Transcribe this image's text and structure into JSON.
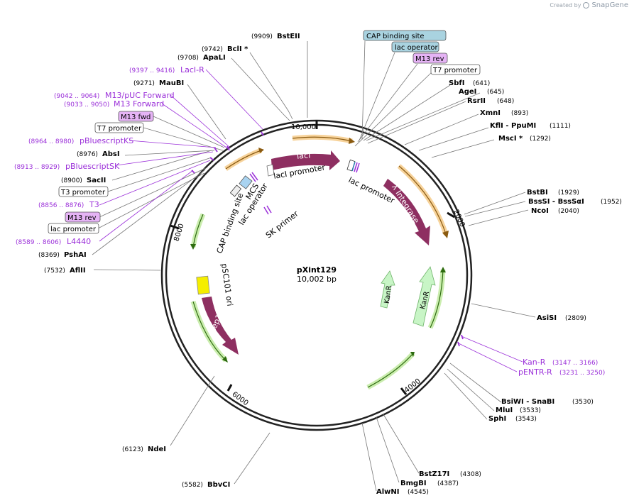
{
  "brand": {
    "created_by": "Created by",
    "name": "SnapGene"
  },
  "plasmid": {
    "name": "pXint129",
    "length": "10,002 bp"
  },
  "ticks": [
    "10,000",
    "2000",
    "4000",
    "6000",
    "8000"
  ],
  "sites_right": [
    {
      "name": "SbfI",
      "pos": "(641)"
    },
    {
      "name": "AgeI",
      "pos": "(645)"
    },
    {
      "name": "RsrII",
      "pos": "(648)"
    },
    {
      "name": "XmnI",
      "pos": "(893)"
    },
    {
      "name": "KflI - PpuMI",
      "pos": "(1111)"
    },
    {
      "name": "MscI *",
      "pos": "(1292)"
    },
    {
      "name": "BstBI",
      "pos": "(1929)"
    },
    {
      "name": "BssSI - BssSαI",
      "pos": "(1952)"
    },
    {
      "name": "NcoI",
      "pos": "(2040)"
    },
    {
      "name": "AsiSI",
      "pos": "(2809)"
    },
    {
      "name": "BsiWI - SnaBI",
      "pos": "(3530)"
    },
    {
      "name": "MluI",
      "pos": "(3533)"
    },
    {
      "name": "SphI",
      "pos": "(3543)"
    },
    {
      "name": "BstZ17I",
      "pos": "(4308)"
    },
    {
      "name": "BmgBI",
      "pos": "(4387)"
    },
    {
      "name": "AlwNI",
      "pos": "(4545)"
    }
  ],
  "sites_left": [
    {
      "name": "BstEII",
      "pos": "(9909)"
    },
    {
      "name": "BclI *",
      "pos": "(9742)"
    },
    {
      "name": "ApaLI",
      "pos": "(9708)"
    },
    {
      "name": "MauBI",
      "pos": "(9271)"
    },
    {
      "name": "AbsI",
      "pos": "(8976)"
    },
    {
      "name": "SacII",
      "pos": "(8900)"
    },
    {
      "name": "PshAI",
      "pos": "(8369)"
    },
    {
      "name": "AflII",
      "pos": "(7532)"
    },
    {
      "name": "NdeI",
      "pos": "(6123)"
    },
    {
      "name": "BbvCI",
      "pos": "(5582)"
    }
  ],
  "primers_left": [
    {
      "name": "LacI-R",
      "pos": "(9397 .. 9416)"
    },
    {
      "name": "M13/pUC Forward",
      "pos": "(9042 .. 9064)"
    },
    {
      "name": "M13 Forward",
      "pos": "(9033 .. 9050)"
    },
    {
      "name": "pBluescriptKS",
      "pos": "(8964 .. 8980)"
    },
    {
      "name": "pBluescriptSK",
      "pos": "(8913 .. 8929)"
    },
    {
      "name": "T3",
      "pos": "(8856 .. 8876)"
    },
    {
      "name": "L4440",
      "pos": "(8589 .. 8606)"
    }
  ],
  "primers_right": [
    {
      "name": "Kan-R",
      "pos": "(3147 .. 3166)"
    },
    {
      "name": "pENTR-R",
      "pos": "(3231 .. 3250)"
    }
  ],
  "boxes": {
    "cap_binding_site": "CAP binding site",
    "lac_operator": "lac operator",
    "m13_rev_top": "M13 rev",
    "t7_promoter_top": "T7 promoter",
    "m13_fwd": "M13 fwd",
    "t7_promoter_left": "T7 promoter",
    "t3_promoter": "T3 promoter",
    "m13_rev_left": "M13 rev",
    "lac_promoter": "lac promoter"
  },
  "features": {
    "laci": "lacI",
    "laci_promoter": "lacI promoter",
    "lac_promoter": "lac promoter",
    "lambda_integrase": "λ Integrase",
    "kanr_1": "KanR",
    "kanr_2": "KanR",
    "rep101": "Rep101",
    "psc101_ori": "pSC101 ori",
    "mcs": "MCS",
    "lac_operator": "lac operator",
    "cap_binding_site": "CAP binding site",
    "sk_primer": "SK primer"
  },
  "colors": {
    "backbone": "#222222",
    "feature_maroon": "#8e2f61",
    "orf_orange": "#f3b550",
    "orf_green": "#4f9a1f",
    "primer_purple": "#9b30d9",
    "kanr_fill": "#c8f5c6",
    "ori_yellow": "#f5ee00",
    "box_teal": "#a9d3e0",
    "box_violet": "#e5b3f5"
  }
}
